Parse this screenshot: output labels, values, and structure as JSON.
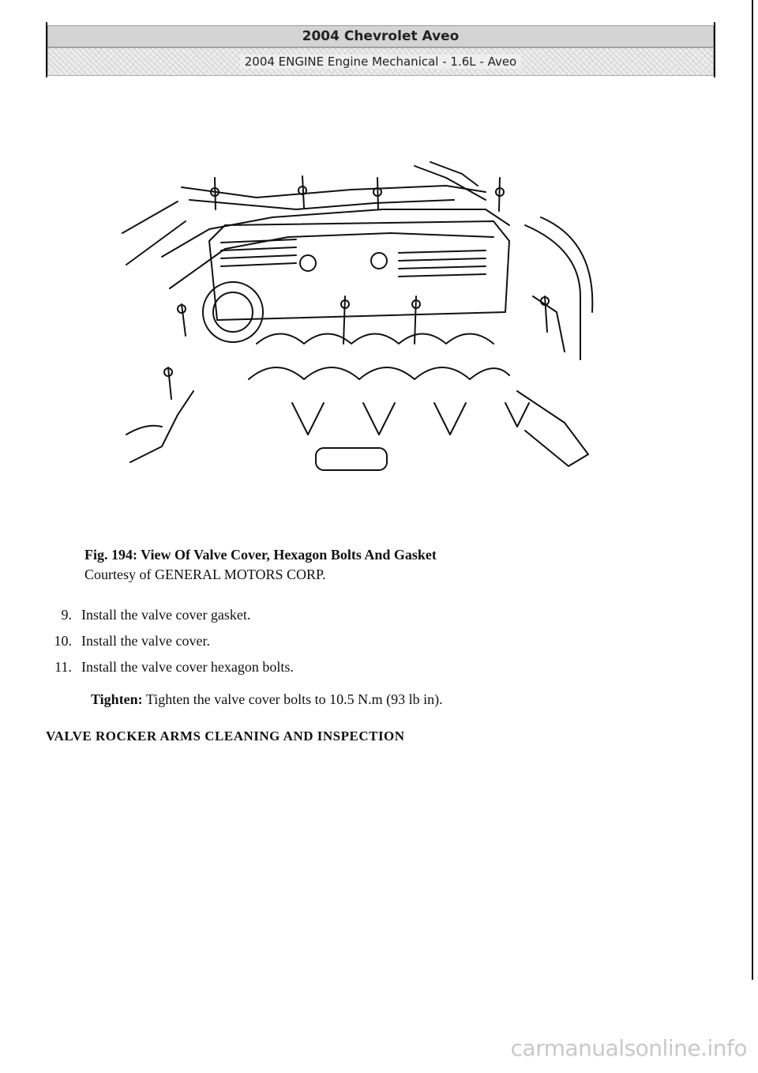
{
  "header": {
    "title": "2004 Chevrolet Aveo",
    "subtitle": "2004 ENGINE Engine Mechanical - 1.6L - Aveo"
  },
  "figure": {
    "label": "Fig. 194: View Of Valve Cover, Hexagon Bolts And Gasket",
    "courtesy": "Courtesy of GENERAL MOTORS CORP."
  },
  "steps": [
    {
      "num": "9.",
      "text": "Install the valve cover gasket."
    },
    {
      "num": "10.",
      "text": "Install the valve cover."
    },
    {
      "num": "11.",
      "text": "Install the valve cover hexagon bolts."
    }
  ],
  "tighten": {
    "label": "Tighten:",
    "text": "Tighten the valve cover bolts to 10.5 N.m (93 lb in)."
  },
  "section_heading": "VALVE ROCKER ARMS CLEANING AND INSPECTION",
  "watermark": "carmanualsonline.info"
}
